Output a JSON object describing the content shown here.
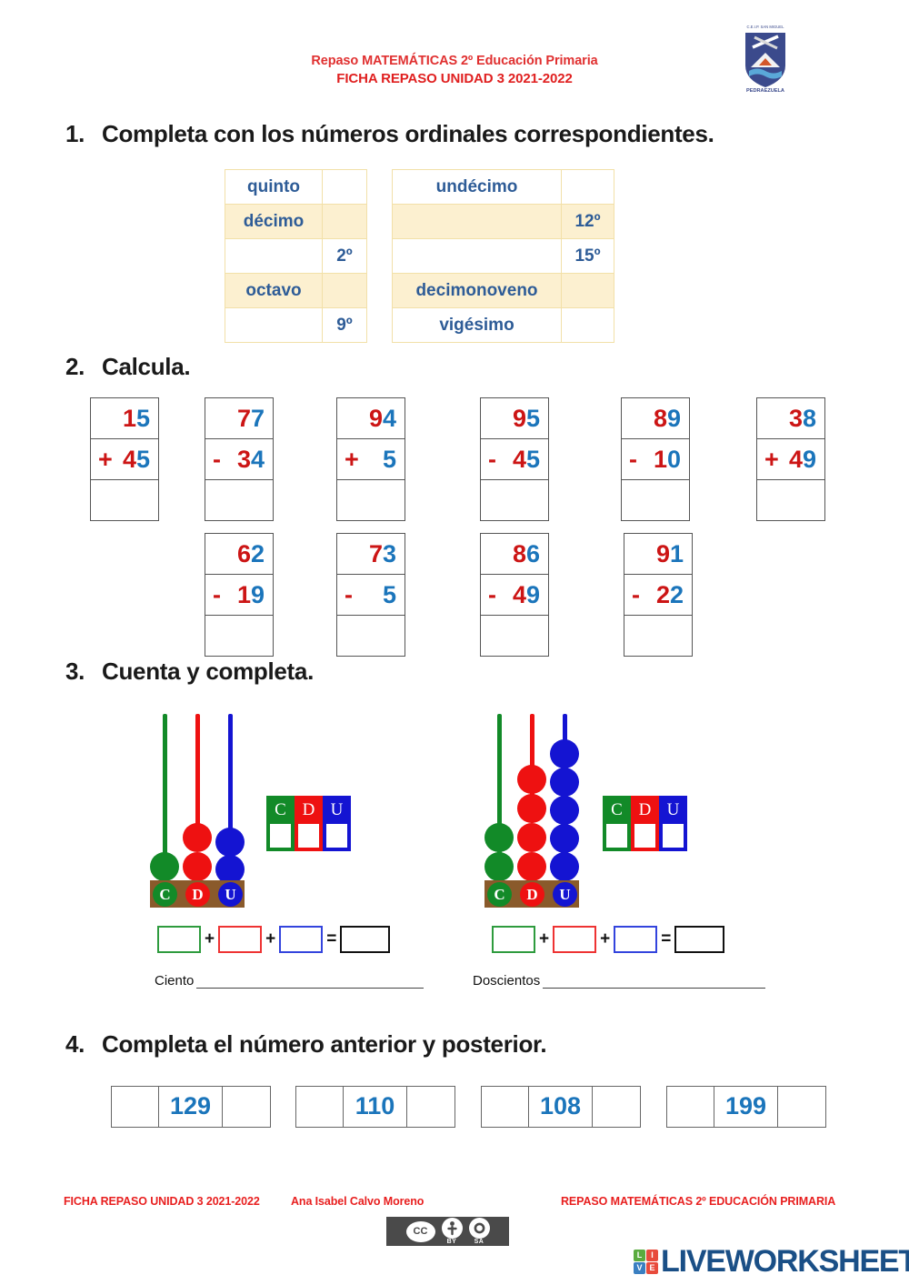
{
  "header": {
    "line1": "Repaso MATEMÁTICAS 2º Educación Primaria",
    "line2": "FICHA REPASO UNIDAD 3 2021-2022",
    "logo_top_text": "C.E.I.P. SAN MIGUEL",
    "logo_bottom_text": "PEDRAEZUELA"
  },
  "exercises": [
    {
      "num": "1.",
      "title": "Completa con los números ordinales correspondientes."
    },
    {
      "num": "2.",
      "title": "Calcula."
    },
    {
      "num": "3.",
      "title": "Cuenta y completa."
    },
    {
      "num": "4.",
      "title": "Completa el número anterior y posterior."
    }
  ],
  "ordinal_table": {
    "left_rows": [
      {
        "word": "quinto",
        "numeral": "",
        "tint": false
      },
      {
        "word": "décimo",
        "numeral": "",
        "tint": true
      },
      {
        "word": "",
        "numeral": "2º",
        "tint": false
      },
      {
        "word": "octavo",
        "numeral": "",
        "tint": true
      },
      {
        "word": "",
        "numeral": "9º",
        "tint": false
      }
    ],
    "right_rows": [
      {
        "word": "undécimo",
        "numeral": "",
        "tint": false
      },
      {
        "word": "",
        "numeral": "12º",
        "tint": true
      },
      {
        "word": "",
        "numeral": "15º",
        "tint": false
      },
      {
        "word": "decimonoveno",
        "numeral": "",
        "tint": true
      },
      {
        "word": "vigésimo",
        "numeral": "",
        "tint": false
      }
    ]
  },
  "calculations": {
    "row1": [
      {
        "top_tens": "1",
        "top_units": "5",
        "op": "+",
        "bot_tens": "4",
        "bot_units": "5"
      },
      {
        "top_tens": "7",
        "top_units": "7",
        "op": "-",
        "bot_tens": "3",
        "bot_units": "4"
      },
      {
        "top_tens": "9",
        "top_units": "4",
        "op": "+",
        "bot_tens": "",
        "bot_units": "5"
      },
      {
        "top_tens": "9",
        "top_units": "5",
        "op": "-",
        "bot_tens": "4",
        "bot_units": "5"
      },
      {
        "top_tens": "8",
        "top_units": "9",
        "op": "-",
        "bot_tens": "1",
        "bot_units": "0"
      },
      {
        "top_tens": "3",
        "top_units": "8",
        "op": "+",
        "bot_tens": "4",
        "bot_units": "9"
      }
    ],
    "row2": [
      {
        "top_tens": "6",
        "top_units": "2",
        "op": "-",
        "bot_tens": "1",
        "bot_units": "9"
      },
      {
        "top_tens": "7",
        "top_units": "3",
        "op": "-",
        "bot_tens": "",
        "bot_units": "5"
      },
      {
        "top_tens": "8",
        "top_units": "6",
        "op": "-",
        "bot_tens": "4",
        "bot_units": "9"
      },
      {
        "top_tens": "9",
        "top_units": "1",
        "op": "-",
        "bot_tens": "2",
        "bot_units": "2"
      }
    ]
  },
  "abacus": {
    "column_labels": {
      "hundreds": "C",
      "tens": "D",
      "units": "U"
    },
    "first": {
      "hundreds_beads": 1,
      "tens_beads": 2,
      "units_beads": 2,
      "word_prefix": "Ciento"
    },
    "second": {
      "hundreds_beads": 2,
      "tens_beads": 4,
      "units_beads": 5,
      "word_prefix": "Doscientos"
    },
    "plus_sign": "+",
    "equals_sign": "="
  },
  "sequence_numbers": [
    "129",
    "110",
    "108",
    "199"
  ],
  "footer": {
    "left": "FICHA REPASO UNIDAD 3 2021-2022",
    "author": "Ana Isabel Calvo Moreno",
    "right": "REPASO MATEMÁTICAS 2º EDUCACIÓN PRIMARIA",
    "cc": {
      "mark": "CC",
      "by_label": "BY",
      "by_icon": "i",
      "sa_label": "SA",
      "sa_icon": "◎"
    },
    "brand": {
      "blocks": [
        "L",
        "I",
        "V",
        "E"
      ],
      "word": "LIVEWORKSHEETS"
    }
  },
  "colors": {
    "title_red": "#e03030",
    "ordinal_blue": "#2e5c97",
    "tens_red": "#cc1515",
    "units_blue": "#1b75bb",
    "table_tint": "#fcf0d0",
    "abacus_green": "#128a28",
    "abacus_red": "#ee1111",
    "abacus_blue": "#1414d2",
    "abacus_base": "#8a5a2b",
    "brand_blue": "#1a4f86"
  }
}
